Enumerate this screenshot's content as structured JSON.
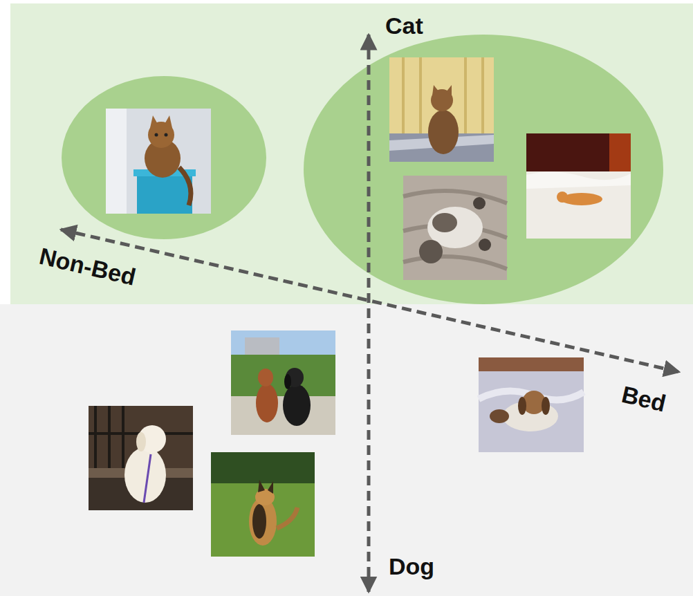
{
  "diagram": {
    "labels": [
      "Cat",
      "Non-Bed",
      "Bed",
      "Dog"
    ]
  }
}
